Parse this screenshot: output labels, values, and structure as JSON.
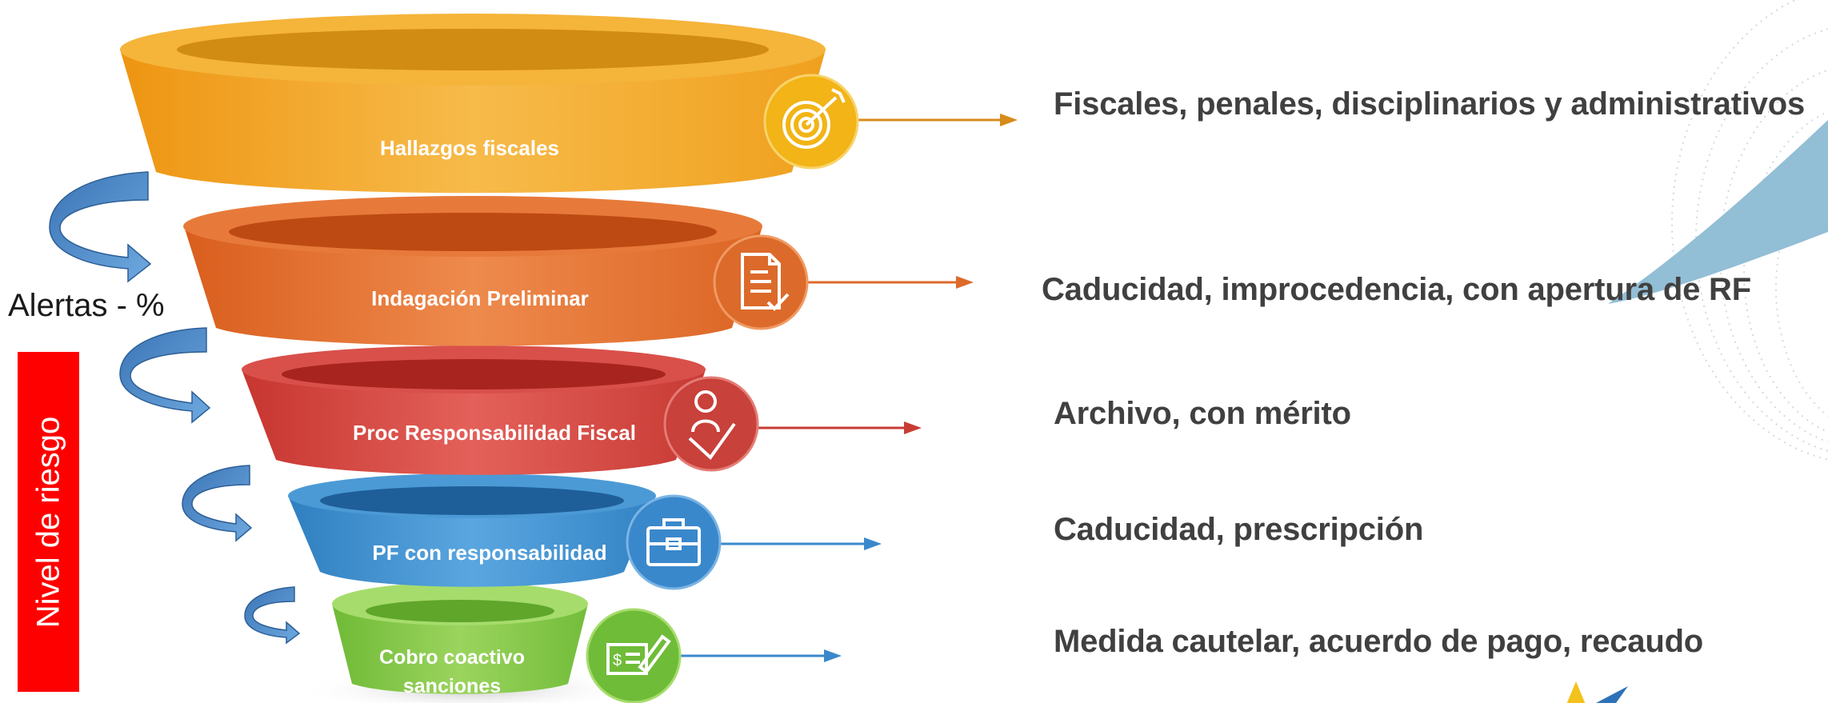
{
  "side": {
    "alerts_label": "Alertas - %",
    "risk_label": "Nivel de riesgo"
  },
  "stages": [
    {
      "label": "Hallazgos fiscales",
      "icon": "target-icon",
      "color": "#f4a21c"
    },
    {
      "label": "Indagación Preliminar",
      "icon": "document-check-icon",
      "color": "#e06a28"
    },
    {
      "label": "Proc Responsabilidad Fiscal",
      "icon": "person-check-icon",
      "color": "#d0403a"
    },
    {
      "label": "PF con responsabilidad",
      "icon": "briefcase-icon",
      "color": "#3c8fd0"
    },
    {
      "label_lines": [
        "Cobro coactivo",
        "sanciones"
      ],
      "icon": "cheque-pen-icon",
      "color": "#7cc542"
    }
  ],
  "outcomes": [
    "Fiscales, penales, disciplinarios y administrativos",
    "Caducidad, improcedencia, con apertura de RF",
    "Archivo, con mérito",
    "Caducidad, prescripción",
    "Medida cautelar, acuerdo de pago, recaudo"
  ]
}
